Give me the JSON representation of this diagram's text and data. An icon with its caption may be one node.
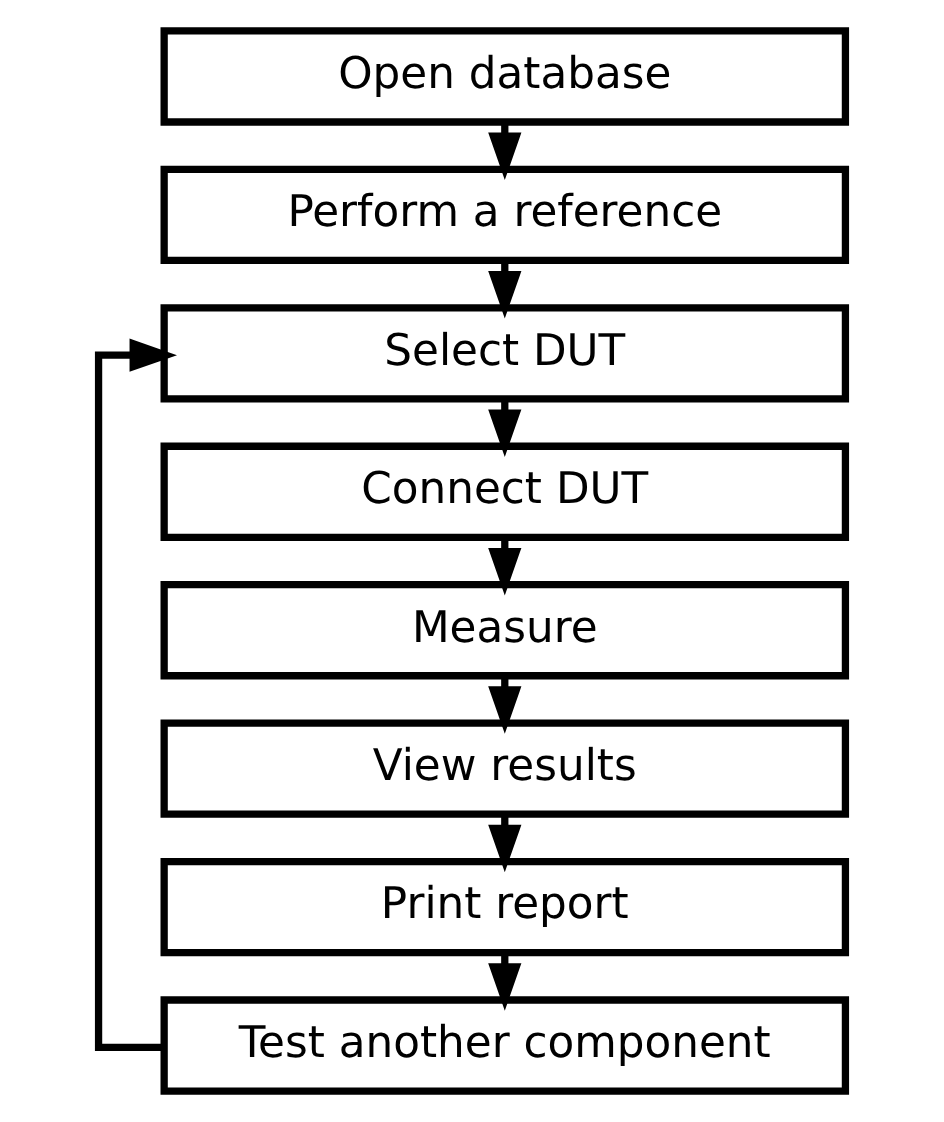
{
  "diagram": {
    "nodes": [
      {
        "text": [
          "Open database"
        ]
      },
      {
        "text": [
          "Perform a reference"
        ]
      },
      {
        "text": [
          "Select DUT"
        ]
      },
      {
        "text": [
          "Connect DUT"
        ]
      },
      {
        "text": [
          "Measure"
        ]
      },
      {
        "text": [
          "View results"
        ]
      },
      {
        "text": [
          "Print report"
        ]
      },
      {
        "text": [
          "Test another component"
        ]
      }
    ],
    "edges": [
      {
        "from": 0,
        "to": 1,
        "arrow": "to"
      },
      {
        "from": 1,
        "to": 2,
        "arrow": "to"
      },
      {
        "from": 2,
        "to": 3,
        "arrow": "to"
      },
      {
        "from": 3,
        "to": 4,
        "arrow": "to"
      },
      {
        "from": 4,
        "to": 5,
        "arrow": "to"
      },
      {
        "from": 5,
        "to": 6,
        "arrow": "to"
      },
      {
        "from": 6,
        "to": 7,
        "arrow": "to"
      },
      {
        "from": 7,
        "to": 2,
        "arrow": "to"
      }
    ]
  }
}
